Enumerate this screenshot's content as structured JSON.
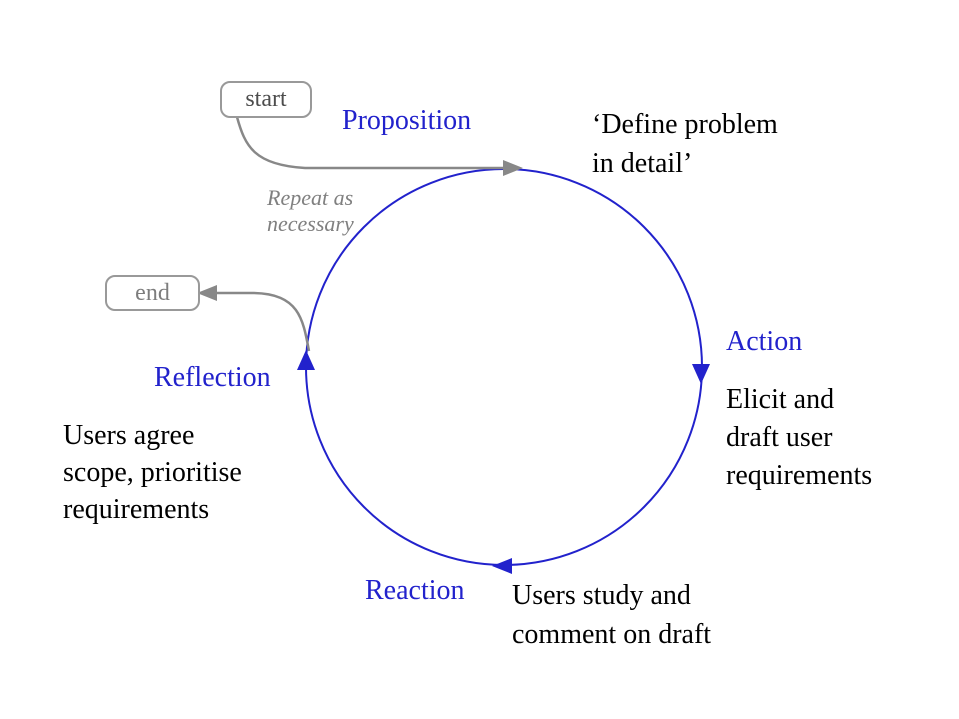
{
  "colors": {
    "cycle_blue": "#2222cc",
    "connector_gray": "#888888",
    "text_black": "#000000",
    "muted_gray": "#808080"
  },
  "nodes": {
    "start": {
      "label": "start"
    },
    "end": {
      "label": "end"
    }
  },
  "stages": {
    "proposition": {
      "label": "Proposition"
    },
    "action": {
      "label": "Action"
    },
    "reaction": {
      "label": "Reaction"
    },
    "reflection": {
      "label": "Reflection"
    }
  },
  "annotations": {
    "repeat": {
      "lines": [
        "Repeat as",
        "necessary"
      ]
    },
    "proposition_note": {
      "lines": [
        "‘Define problem",
        "in detail’"
      ]
    },
    "action_note": {
      "lines": [
        "Elicit and",
        "draft user",
        "requirements"
      ]
    },
    "reaction_note": {
      "lines": [
        "Users study and",
        "comment on draft"
      ]
    },
    "reflection_note": {
      "lines": [
        "Users agree",
        "scope, prioritise",
        "requirements"
      ]
    }
  }
}
